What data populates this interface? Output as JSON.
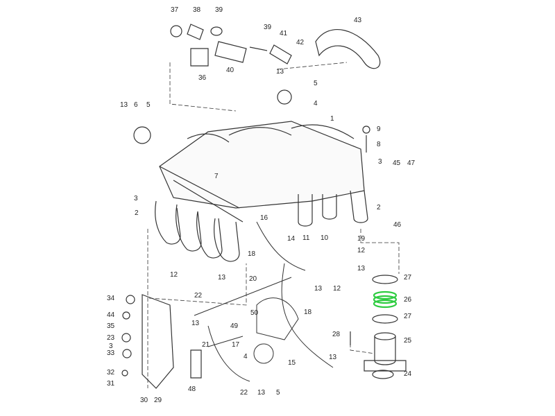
{
  "diagram": {
    "title_hidden": null,
    "highlight_color": "#2ecc40",
    "highlighted_part": "26",
    "callouts": [
      "37",
      "38",
      "39",
      "36",
      "40",
      "39",
      "41",
      "42",
      "43",
      "13",
      "5",
      "4",
      "13",
      "6",
      "5",
      "1",
      "9",
      "8",
      "3",
      "45",
      "47",
      "7",
      "3",
      "2",
      "2",
      "46",
      "16",
      "10",
      "19",
      "11",
      "14",
      "12",
      "18",
      "13",
      "12",
      "13",
      "12",
      "13",
      "20",
      "22",
      "27",
      "26",
      "27",
      "25",
      "24",
      "28",
      "34",
      "44",
      "35",
      "23",
      "3",
      "33",
      "32",
      "31",
      "30",
      "29",
      "48",
      "13",
      "21",
      "49",
      "50",
      "17",
      "4",
      "15",
      "22",
      "13",
      "5",
      "18",
      "13"
    ]
  }
}
